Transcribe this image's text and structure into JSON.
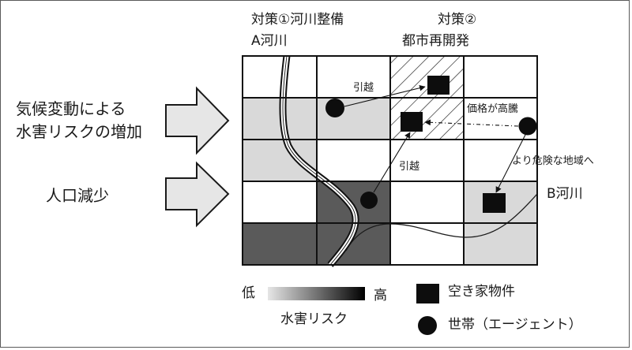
{
  "left_drivers": {
    "climate_line1": "気候変動による",
    "climate_line2": "水害リスクの増加",
    "population": "人口減少"
  },
  "headers": {
    "measure1_title": "対策①河川整備",
    "river_a": "A河川",
    "measure2_title": "対策②",
    "measure2_sub": "都市再開発"
  },
  "annotations": {
    "move_upper": "引越",
    "move_lower": "引越",
    "price_rise": "価格が高騰",
    "to_riskier": "より危険な地域へ",
    "river_b": "B河川"
  },
  "legend": {
    "low": "低",
    "high": "高",
    "risk_label": "水害リスク",
    "vacant_house": "空き家物件",
    "household": "世帯（エージェント）"
  },
  "grid": {
    "rows": 5,
    "cols": 4,
    "risk_levels": [
      [
        "none",
        "none",
        "redevelop",
        "none"
      ],
      [
        "low",
        "low",
        "redevelop",
        "none"
      ],
      [
        "low",
        "none",
        "none",
        "none"
      ],
      [
        "none",
        "high",
        "none",
        "low"
      ],
      [
        "high",
        "high",
        "none",
        "low"
      ]
    ],
    "colors": {
      "none": "#ffffff",
      "low": "#d9d9d9",
      "high": "#5a5a5a",
      "redevelop": "#ffffff"
    }
  },
  "colors": {
    "line": "#1a1a1a",
    "arrow_fill": "#e6e6e6",
    "marker": "#0d0d0d"
  }
}
